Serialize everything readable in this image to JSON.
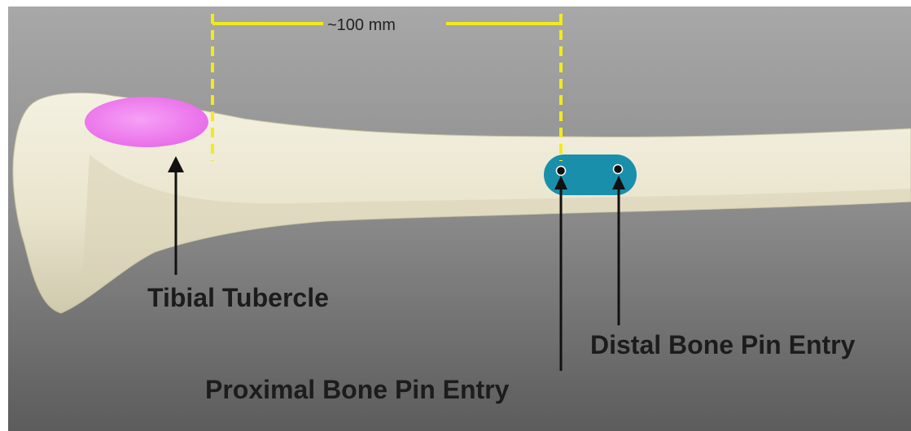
{
  "measurement": {
    "label": "~100 mm"
  },
  "labels": {
    "tibial_tubercle": "Tibial Tubercle",
    "proximal_pin": "Proximal Bone Pin Entry",
    "distal_pin": "Distal Bone Pin Entry"
  },
  "colors": {
    "background_light": "#a6a6a6",
    "background_dark": "#5f5f5f",
    "bone": "#ece8d4",
    "tubercle_marker": "#f27ef2",
    "pin_plate": "#1a8fab",
    "dimension_line": "#f2ea1c",
    "arrow": "#111111"
  }
}
